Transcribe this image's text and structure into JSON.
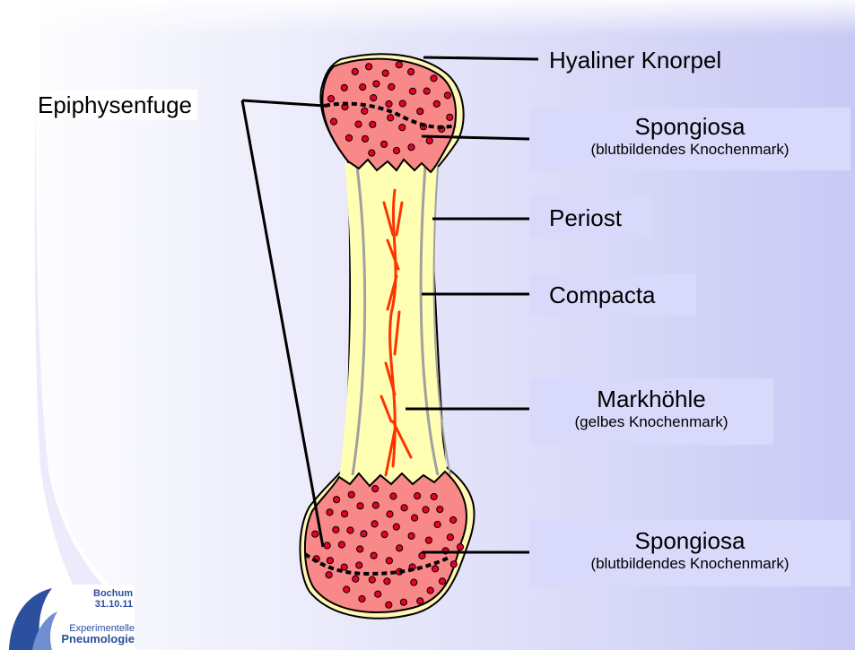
{
  "labels": {
    "hyaliner_knorpel": "Hyaliner Knorpel",
    "epiphysenfuge": "Epiphysenfuge",
    "spongiosa_top": "Spongiosa",
    "spongiosa_top_sub": "(blutbildendes Knochenmark)",
    "periost": "Periost",
    "compacta": "Compacta",
    "markhoehle": "Markhöhle",
    "markhoehle_sub": "(gelbes Knochenmark)",
    "spongiosa_bottom": "Spongiosa",
    "spongiosa_bottom_sub": "(blutbildendes Knochenmark)"
  },
  "logo": {
    "city": "Bochum",
    "date": "31.10.11",
    "line1": "Experimentelle",
    "line2": "Pneumologie"
  },
  "colors": {
    "background_gradient_start": "#ffffff",
    "background_gradient_end": "#c9c9f5",
    "label_box": "#d9d9fb",
    "spongiosa": "#f98888",
    "dots": "#e8002a",
    "marrow": "#ffffb3",
    "compacta_line": "#a0a0a0",
    "vessels": "#ff3300",
    "logo_blue": "#2c4f9e"
  },
  "icons": {
    "logo": "shark-fin-logo-icon"
  }
}
